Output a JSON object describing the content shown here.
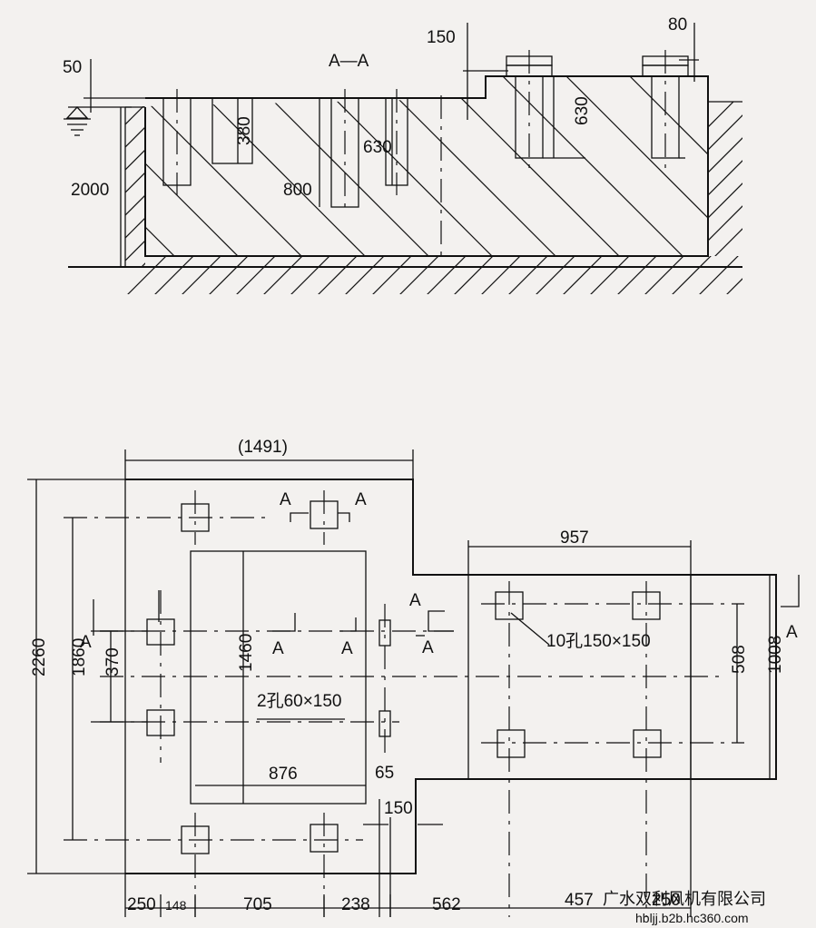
{
  "section": {
    "title": "A—A",
    "dims": {
      "d50": "50",
      "d150": "150",
      "d80": "80",
      "d380": "380",
      "d630a": "630",
      "d630b": "630",
      "d800": "800",
      "d2000": "2000"
    }
  },
  "plan": {
    "dims": {
      "d1491": "(1491)",
      "d957": "957",
      "d2260": "2260",
      "d1860": "1860",
      "d370": "370",
      "d1460": "1460",
      "d508": "508",
      "d1008": "1008",
      "d876": "876",
      "d65": "65",
      "d150": "150",
      "b250a": "250",
      "b148": "148",
      "b705": "705",
      "b238": "238",
      "b562": "562",
      "b457": "457",
      "b250b": "250"
    },
    "notes": {
      "holes10": "10孔150×150",
      "holes2": "2孔60×150"
    },
    "section_marks": {
      "a1": "A",
      "a2": "A",
      "a3": "A",
      "a4": "A",
      "a5": "A",
      "a6": "A",
      "a7": "A",
      "a8": "A"
    }
  },
  "watermark": {
    "company": "广水双利风机有限公司",
    "site": "hbljj.b2b.hc360.com"
  }
}
